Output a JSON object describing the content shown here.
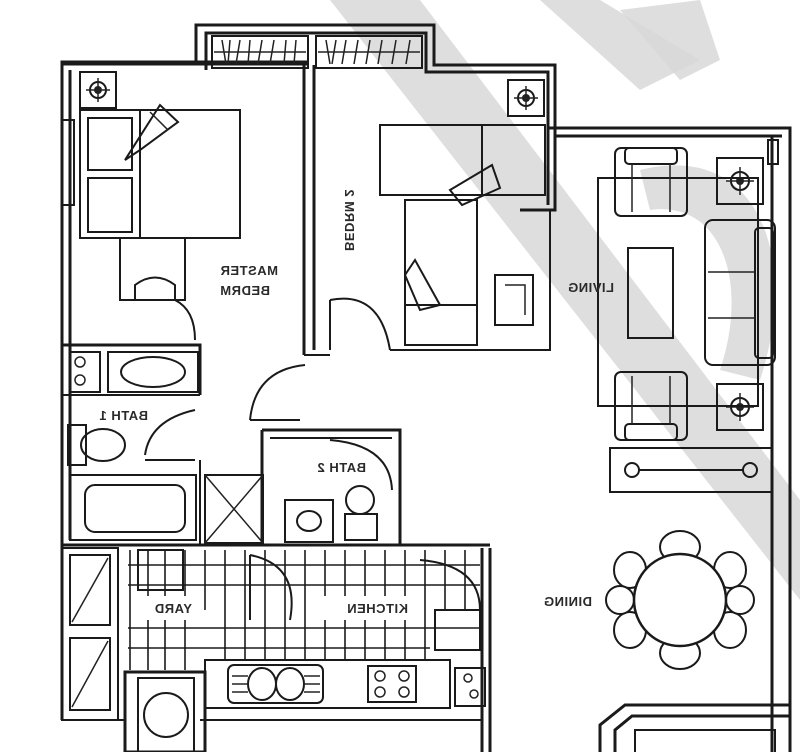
{
  "plan": {
    "title": "Apartment floor plan (mirrored)",
    "mirrored_text": true,
    "watermark_color": "#d4d4d4",
    "line_color": "#1a1a1a",
    "background": "#ffffff"
  },
  "rooms": {
    "master_bedroom": {
      "line1": "MASTER",
      "line2": "BEDRM"
    },
    "bedroom_2": {
      "label": "BEDRM 2"
    },
    "bath_1": {
      "label": "BATH 1"
    },
    "bath_2": {
      "label": "BATH 2"
    },
    "living": {
      "label": "LIVING"
    },
    "dining": {
      "label": "DINING"
    },
    "kitchen": {
      "label": "KITCHEN"
    },
    "yard": {
      "label": "YARD"
    }
  },
  "fixtures": {
    "wardrobes": 2,
    "lamps": 4,
    "armchairs": 2,
    "sofa_seats": 3,
    "dining_chairs": 8,
    "stove_burners": 4
  }
}
